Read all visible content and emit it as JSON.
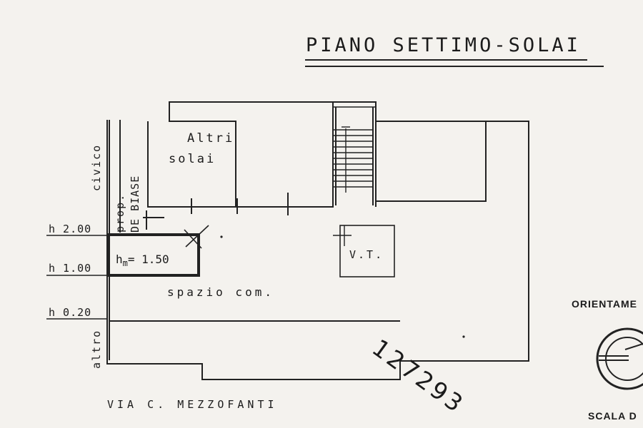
{
  "title": "PIANO SETTIMO-SOLAI",
  "rooms": {
    "altri_solai_line1": "Altri",
    "altri_solai_line2": "solai",
    "vt": "V.T.",
    "spazio_com": "spazio com.",
    "hm": "h",
    "hm_sub": "m",
    "hm_value": "= 1.50"
  },
  "side_labels": {
    "civico": "civico",
    "prop": "prop.",
    "de_biase": "DE BIASE",
    "altro": "altro"
  },
  "heights": [
    "h 2.00",
    "h 1.00",
    "h 0.20"
  ],
  "street": "VIA  C. MEZZOFANTI",
  "stamp_number": "127293",
  "orientation_label": "ORIENTAME",
  "scale_label": "SCALA D"
}
